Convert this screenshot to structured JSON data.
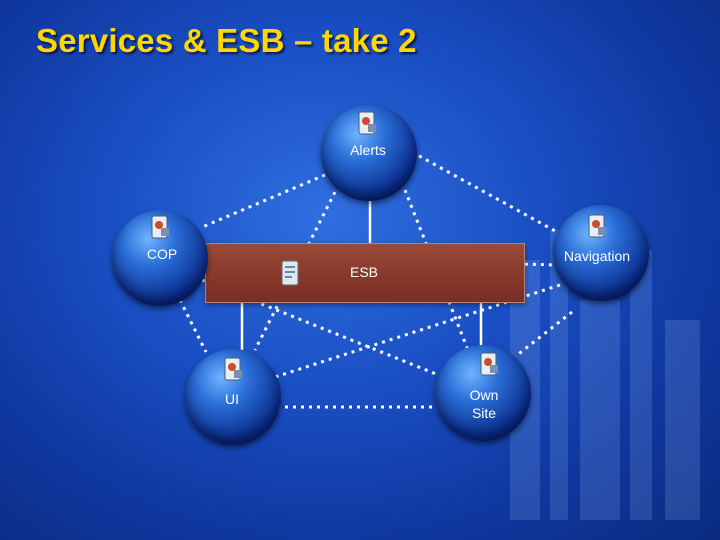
{
  "slide": {
    "title": "Services & ESB – take 2"
  },
  "diagram": {
    "bus": {
      "label": "ESB"
    },
    "nodes": [
      {
        "id": "alerts",
        "label": "Alerts"
      },
      {
        "id": "cop",
        "label": "COP"
      },
      {
        "id": "navigation",
        "label": "Navigation"
      },
      {
        "id": "ui",
        "label": "UI"
      },
      {
        "id": "own-site",
        "label": "Own\nSite"
      }
    ]
  },
  "colors": {
    "title": "#ffd700",
    "background": "#1a4fc4",
    "bus": "#8a3a2c",
    "connector": "#ffffff"
  },
  "icons": {
    "node": "service-document-icon",
    "bus": "esb-document-icon"
  }
}
